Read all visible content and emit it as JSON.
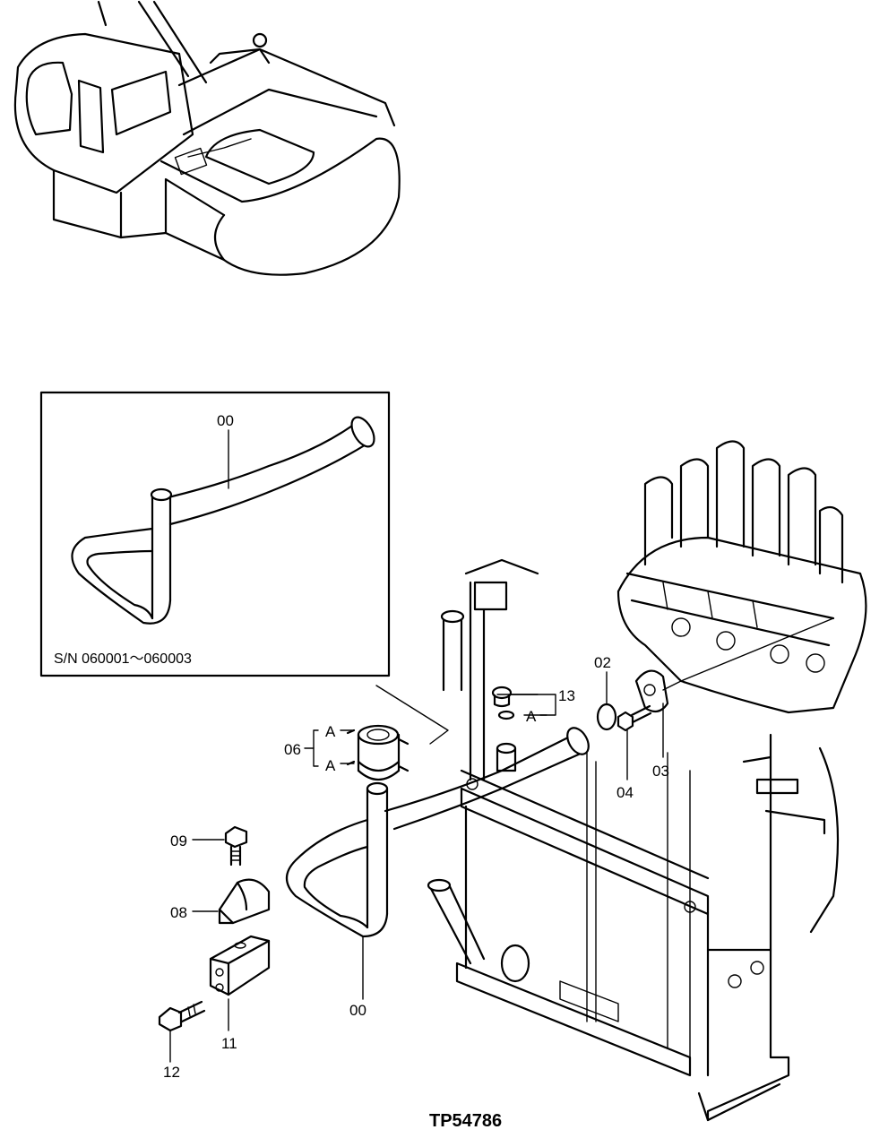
{
  "figure_code": "TP54786",
  "inset": {
    "serial_range": "S/N 060001～060003",
    "part_label": "00"
  },
  "callouts": {
    "c00_main": "00",
    "c02": "02",
    "c03": "03",
    "c04": "04",
    "c06": "06",
    "c08": "08",
    "c09": "09",
    "c11": "11",
    "c12": "12",
    "c13": "13",
    "ref_a_top": "A",
    "ref_a_bottom": "A",
    "ref_a_plug": "A"
  }
}
